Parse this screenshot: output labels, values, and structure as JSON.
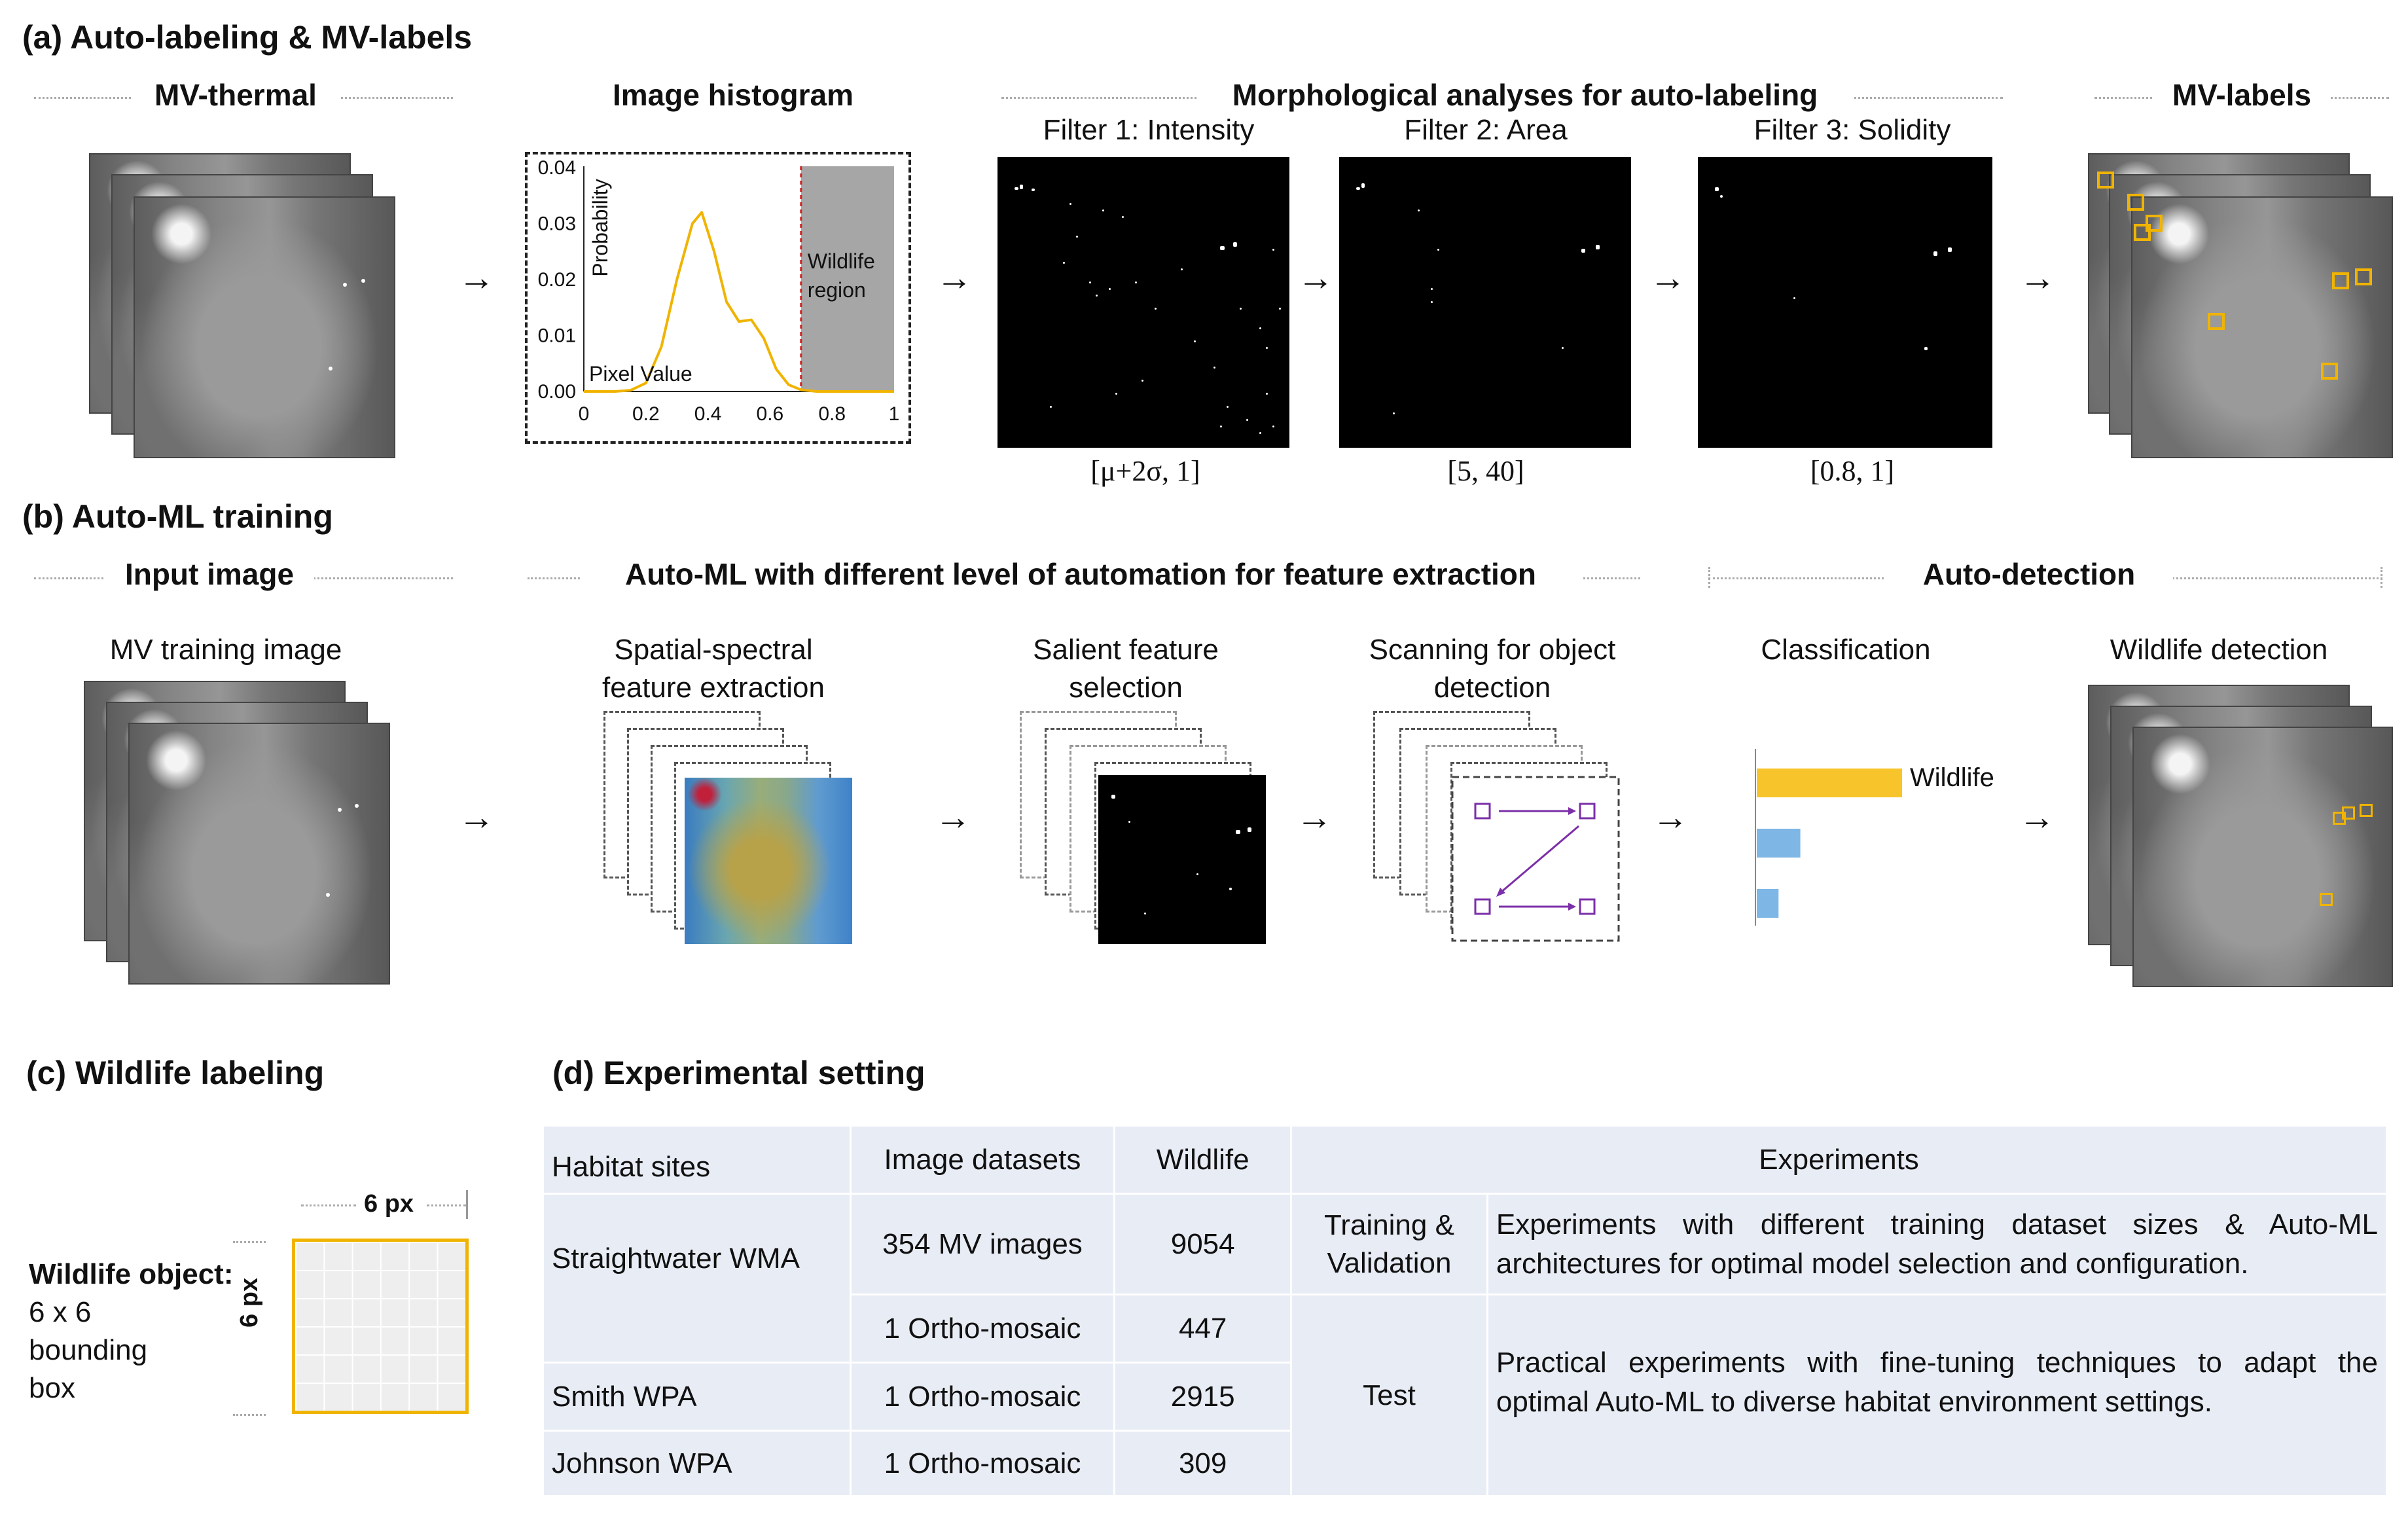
{
  "section_a": {
    "title": "(a) Auto-labeling & MV-labels",
    "col_mv_thermal": "MV-thermal",
    "col_histogram": "Image histogram",
    "col_morph": "Morphological analyses for auto-labeling",
    "col_mv_labels": "MV-labels",
    "filters": [
      {
        "title": "Filter 1: Intensity",
        "range": "[μ+2σ, 1]"
      },
      {
        "title": "Filter 2: Area",
        "range": "[5, 40]"
      },
      {
        "title": "Filter 3: Solidity",
        "range": "[0.8, 1]"
      }
    ],
    "histogram": {
      "ylabel": "Probability",
      "xlabel": "Pixel Value",
      "region_label_1": "Wildlife",
      "region_label_2": "region",
      "yticks": [
        "0.04",
        "0.03",
        "0.02",
        "0.01",
        "0.00"
      ],
      "xticks": [
        "0",
        "0.2",
        "0.4",
        "0.6",
        "0.8",
        "1"
      ]
    }
  },
  "chart_data": {
    "type": "line",
    "xlabel": "Pixel Value",
    "ylabel": "Probability",
    "xlim": [
      0,
      1
    ],
    "ylim": [
      0,
      0.04
    ],
    "x": [
      0.0,
      0.1,
      0.15,
      0.2,
      0.25,
      0.3,
      0.35,
      0.38,
      0.42,
      0.46,
      0.5,
      0.54,
      0.58,
      0.62,
      0.66,
      0.7,
      0.75,
      0.8,
      1.0
    ],
    "series": [
      {
        "values": [
          0.0,
          0.0,
          0.0002,
          0.0015,
          0.008,
          0.02,
          0.03,
          0.032,
          0.025,
          0.016,
          0.0125,
          0.0128,
          0.0095,
          0.004,
          0.0012,
          0.0003,
          0.0,
          0.0,
          0.0
        ]
      }
    ],
    "shaded_region": {
      "from": 0.7,
      "to": 1.0,
      "label": "Wildlife region"
    },
    "threshold_line": 0.7,
    "colors": {
      "line": "#f0b400",
      "region": "#a6a6a6",
      "threshold": "#d22222"
    }
  },
  "section_b": {
    "title": "(b) Auto-ML training",
    "col_input": "Input image",
    "col_automl": "Auto-ML with different level of automation for feature extraction",
    "col_autodet": "Auto-detection",
    "input_label": "MV training image",
    "step1_l1": "Spatial-spectral",
    "step1_l2": "feature extraction",
    "step2_l1": "Salient feature",
    "step2_l2": "selection",
    "step3_l1": "Scanning for object",
    "step3_l2": "detection",
    "classification": "Classification",
    "wildlife_bar_label": "Wildlife",
    "classification_scores": [
      1.0,
      0.3,
      0.15
    ],
    "detection": "Wildlife detection",
    "colors": {
      "bar_top": "#f7c52b",
      "bar_other": "#7eb6e6",
      "scan": "#7b2fa8"
    }
  },
  "section_c": {
    "title": "(c) Wildlife labeling",
    "object_label": "Wildlife object:",
    "desc_1": "6 x 6",
    "desc_2": "bounding",
    "desc_3": "box",
    "width_label": "6 px",
    "height_label": "6 px"
  },
  "section_d": {
    "title": "(d) Experimental setting",
    "headers": [
      "Habitat sites",
      "Image datasets",
      "Wildlife",
      "Experiments"
    ],
    "rows": [
      {
        "site": "Straightwater WMA",
        "dataset": "354 MV images",
        "wildlife": "9054",
        "phase_1": "Training &",
        "phase_2": "Validation",
        "desc": "Experiments with different training dataset sizes & Auto-ML architectures for optimal model selection and configuration."
      },
      {
        "dataset": "1 Ortho-mosaic",
        "wildlife": "447",
        "phase": "Test",
        "desc": "Practical experiments with fine-tuning techniques to adapt the optimal Auto-ML to diverse habitat environment settings."
      },
      {
        "site": "Smith WPA",
        "dataset": "1 Ortho-mosaic",
        "wildlife": "2915"
      },
      {
        "site": "Johnson WPA",
        "dataset": "1 Ortho-mosaic",
        "wildlife": "309"
      }
    ]
  }
}
